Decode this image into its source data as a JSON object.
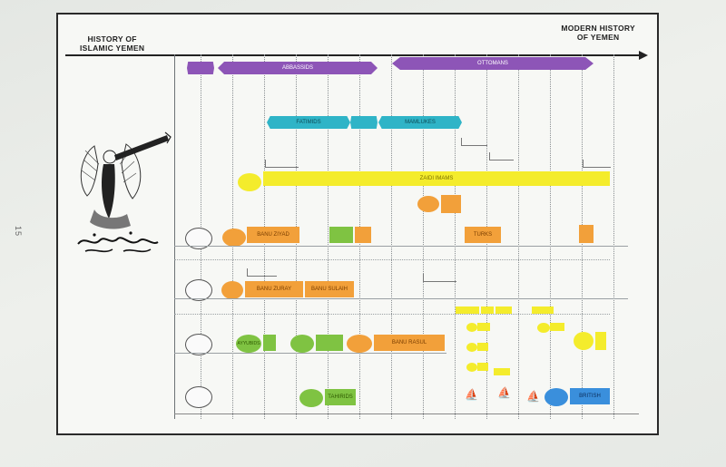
{
  "header": {
    "left_title_line1": "HISTORY OF",
    "left_title_line2": "ISLAMIC YEMEN",
    "right_title_line1": "MODERN HISTORY",
    "right_title_line2": "OF YEMEN"
  },
  "page_number": "15",
  "colors": {
    "violet": "#8d55b7",
    "cyan": "#2fb4c7",
    "yellow": "#f4ec2c",
    "orange": "#f2a03a",
    "green": "#7fc342",
    "blue": "#3a8fdc"
  },
  "labels": {
    "violet_main_1": "ABBASSIDS",
    "violet_main_2": "OTTOMANS",
    "cyan_1": "FATIMIDS",
    "cyan_3": "MAMLUKES",
    "yellow_main": "ZAIDI IMAMS",
    "orange_1": "BANU ZIYAD",
    "orange_2": "BANU ZURAY",
    "orange_3": "BANU SULAIH",
    "orange_4": "BANU RASUL",
    "orange_5": "TURKS",
    "green_1": "AYYUBIDS",
    "green_2": "TAHIRIDS",
    "blue_1": "BRITISH"
  },
  "illustration": {
    "name": "angel-with-trumpet"
  }
}
